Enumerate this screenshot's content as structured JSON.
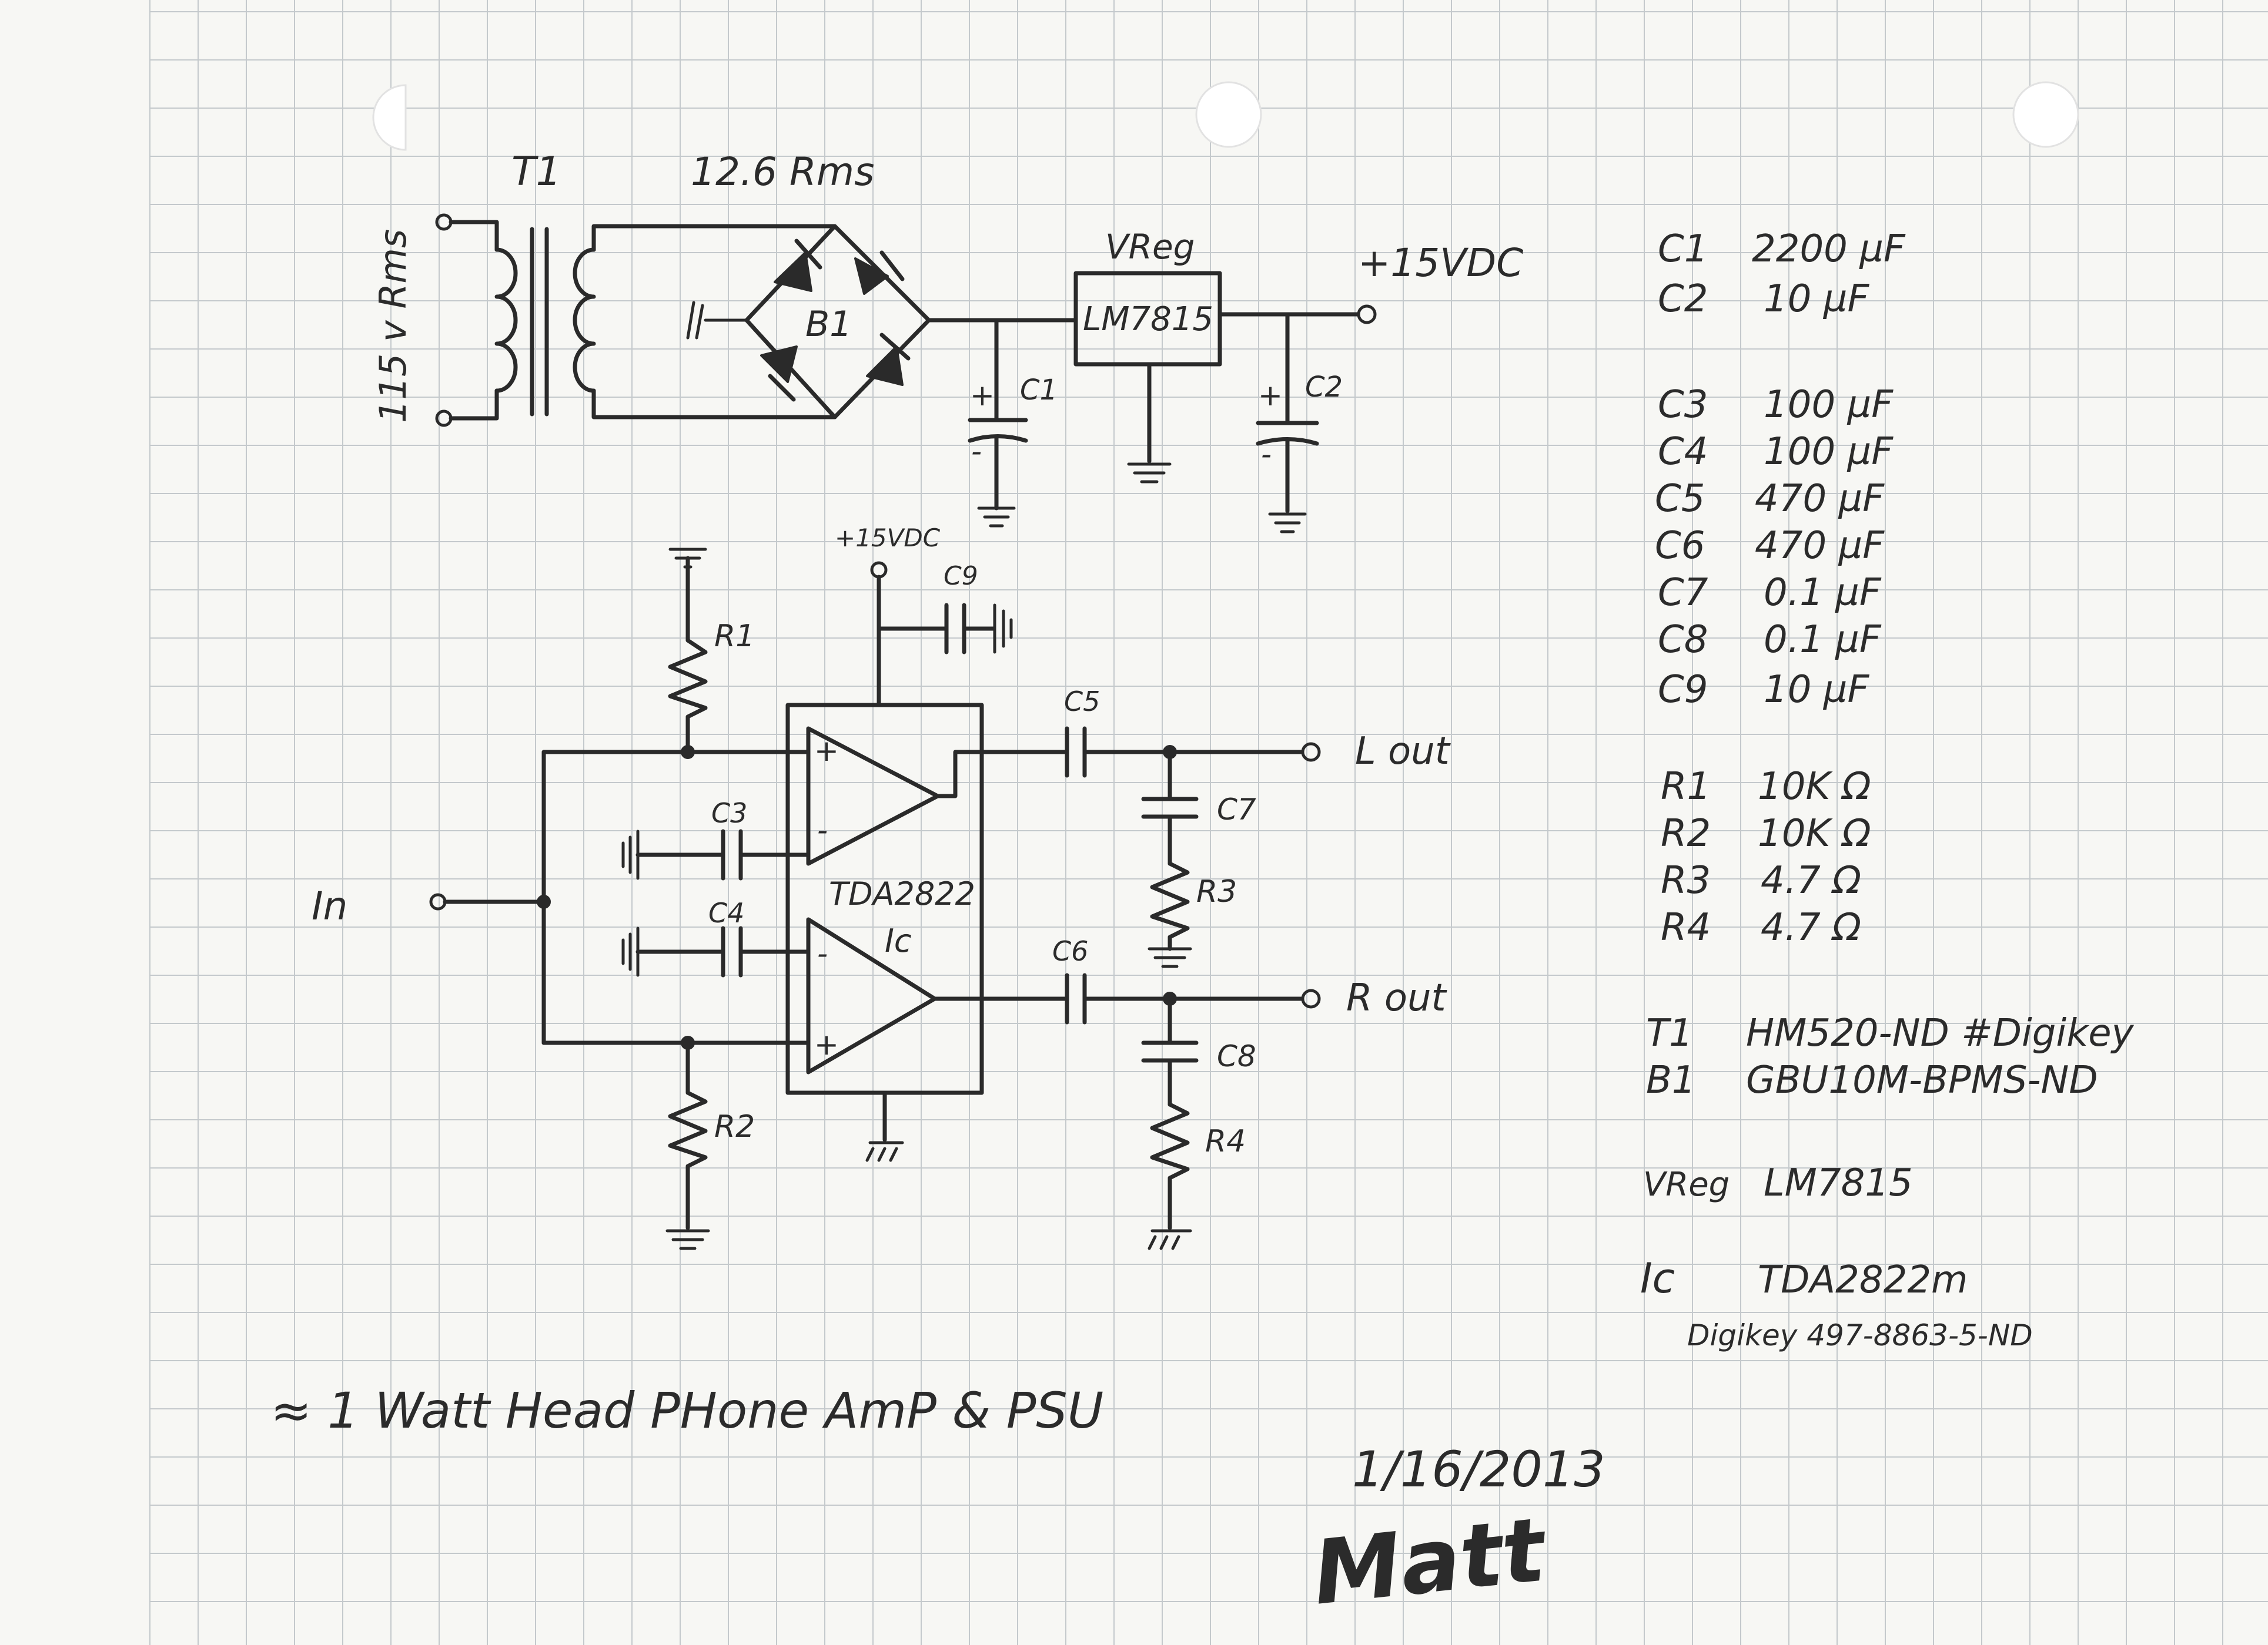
{
  "schematic": {
    "t1_label": "T1",
    "secondary_label": "12.6 Rms",
    "primary_label": "115 v Rms",
    "b1_label": "B1",
    "vreg_label": "VReg",
    "vreg_part": "LM7815",
    "out_15v_label": "+15VDC",
    "c1_label": "C1",
    "c2_label": "C2",
    "plus_15_label": "+15VDC",
    "c9_label": "C9",
    "r1_label": "R1",
    "r2_label": "R2",
    "r3_label": "R3",
    "r4_label": "R4",
    "c3_label": "C3",
    "c4_label": "C4",
    "c5_label": "C5",
    "c6_label": "C6",
    "c7_label": "C7",
    "c8_label": "C8",
    "ic_part_label": "TDA2822",
    "ic_ref_label": "Ic",
    "in_label": "In",
    "l_out_label": "L out",
    "r_out_label": "R out",
    "plus_sign": "+",
    "minus_sign": "-"
  },
  "parts_list": {
    "capacitors": [
      {
        "ref": "C1",
        "value": "2200 µF"
      },
      {
        "ref": "C2",
        "value": "10 µF"
      },
      {
        "ref": "C3",
        "value": "100 µF"
      },
      {
        "ref": "C4",
        "value": "100 µF"
      },
      {
        "ref": "C5",
        "value": "470 µF"
      },
      {
        "ref": "C6",
        "value": "470 µF"
      },
      {
        "ref": "C7",
        "value": "0.1 µF"
      },
      {
        "ref": "C8",
        "value": "0.1 µF"
      },
      {
        "ref": "C9",
        "value": "10 µF"
      }
    ],
    "resistors": [
      {
        "ref": "R1",
        "value": "10K Ω"
      },
      {
        "ref": "R2",
        "value": "10K Ω"
      },
      {
        "ref": "R3",
        "value": "4.7 Ω"
      },
      {
        "ref": "R4",
        "value": "4.7 Ω"
      }
    ],
    "t1": {
      "ref": "T1",
      "value": "HM520-ND #Digikey"
    },
    "b1": {
      "ref": "B1",
      "value": "GBU10M-BPMS-ND"
    },
    "vreg": {
      "ref": "VReg",
      "value": "LM7815"
    },
    "ic": {
      "ref": "Ic",
      "value": "TDA2822m"
    },
    "ic_note": "Digikey 497-8863-5-ND"
  },
  "caption": "≈ 1 Watt Head PHone AmP & PSU",
  "date": "1/16/2013",
  "signature": "Matt"
}
